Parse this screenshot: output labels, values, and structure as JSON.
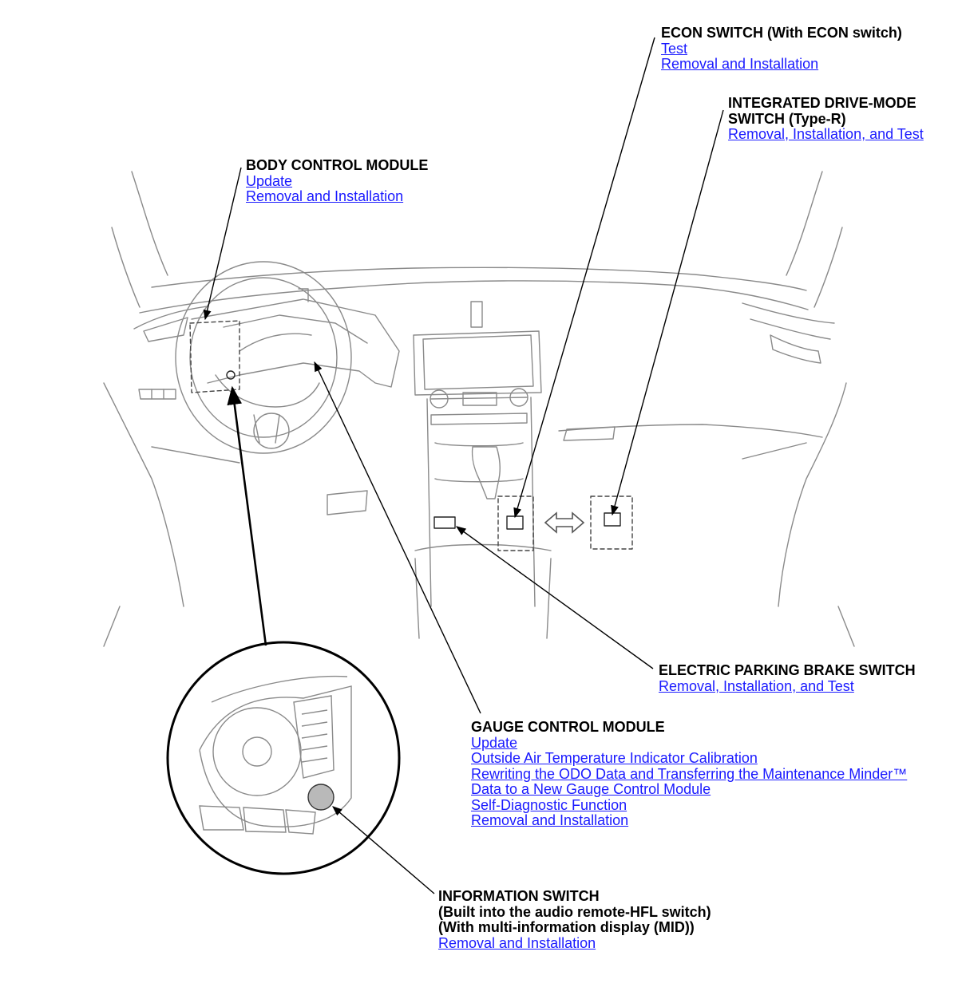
{
  "callouts": {
    "econ": {
      "title": "ECON SWITCH (With ECON switch)",
      "links": [
        "Test",
        "Removal and Installation"
      ]
    },
    "drive_mode": {
      "title_lines": [
        "INTEGRATED DRIVE-MODE",
        "SWITCH (Type-R)"
      ],
      "links": [
        "Removal, Installation, and Test"
      ]
    },
    "body_control": {
      "title": "BODY CONTROL MODULE",
      "links": [
        "Update",
        "Removal and Installation"
      ]
    },
    "parking_brake": {
      "title": "ELECTRIC PARKING BRAKE SWITCH",
      "links": [
        "Removal, Installation, and Test"
      ]
    },
    "gauge_control": {
      "title": "GAUGE CONTROL MODULE",
      "links": [
        "Update",
        "Outside Air Temperature Indicator Calibration",
        "Rewriting the ODO Data and Transferring the Maintenance Minder™",
        "Data to a New Gauge Control Module",
        "Self-Diagnostic Function",
        "Removal and Installation"
      ]
    },
    "info_switch": {
      "title_lines": [
        "INFORMATION SWITCH",
        "(Built into the audio remote-HFL switch)",
        "(With multi-information display (MID))"
      ],
      "links": [
        "Removal and Installation"
      ]
    }
  },
  "colors": {
    "link": "#1a1aff",
    "text": "#000000",
    "line_art": "#7a7a7a",
    "leader": "#000000"
  },
  "icons": {
    "double_arrow": "double-headed-arrow-icon"
  }
}
